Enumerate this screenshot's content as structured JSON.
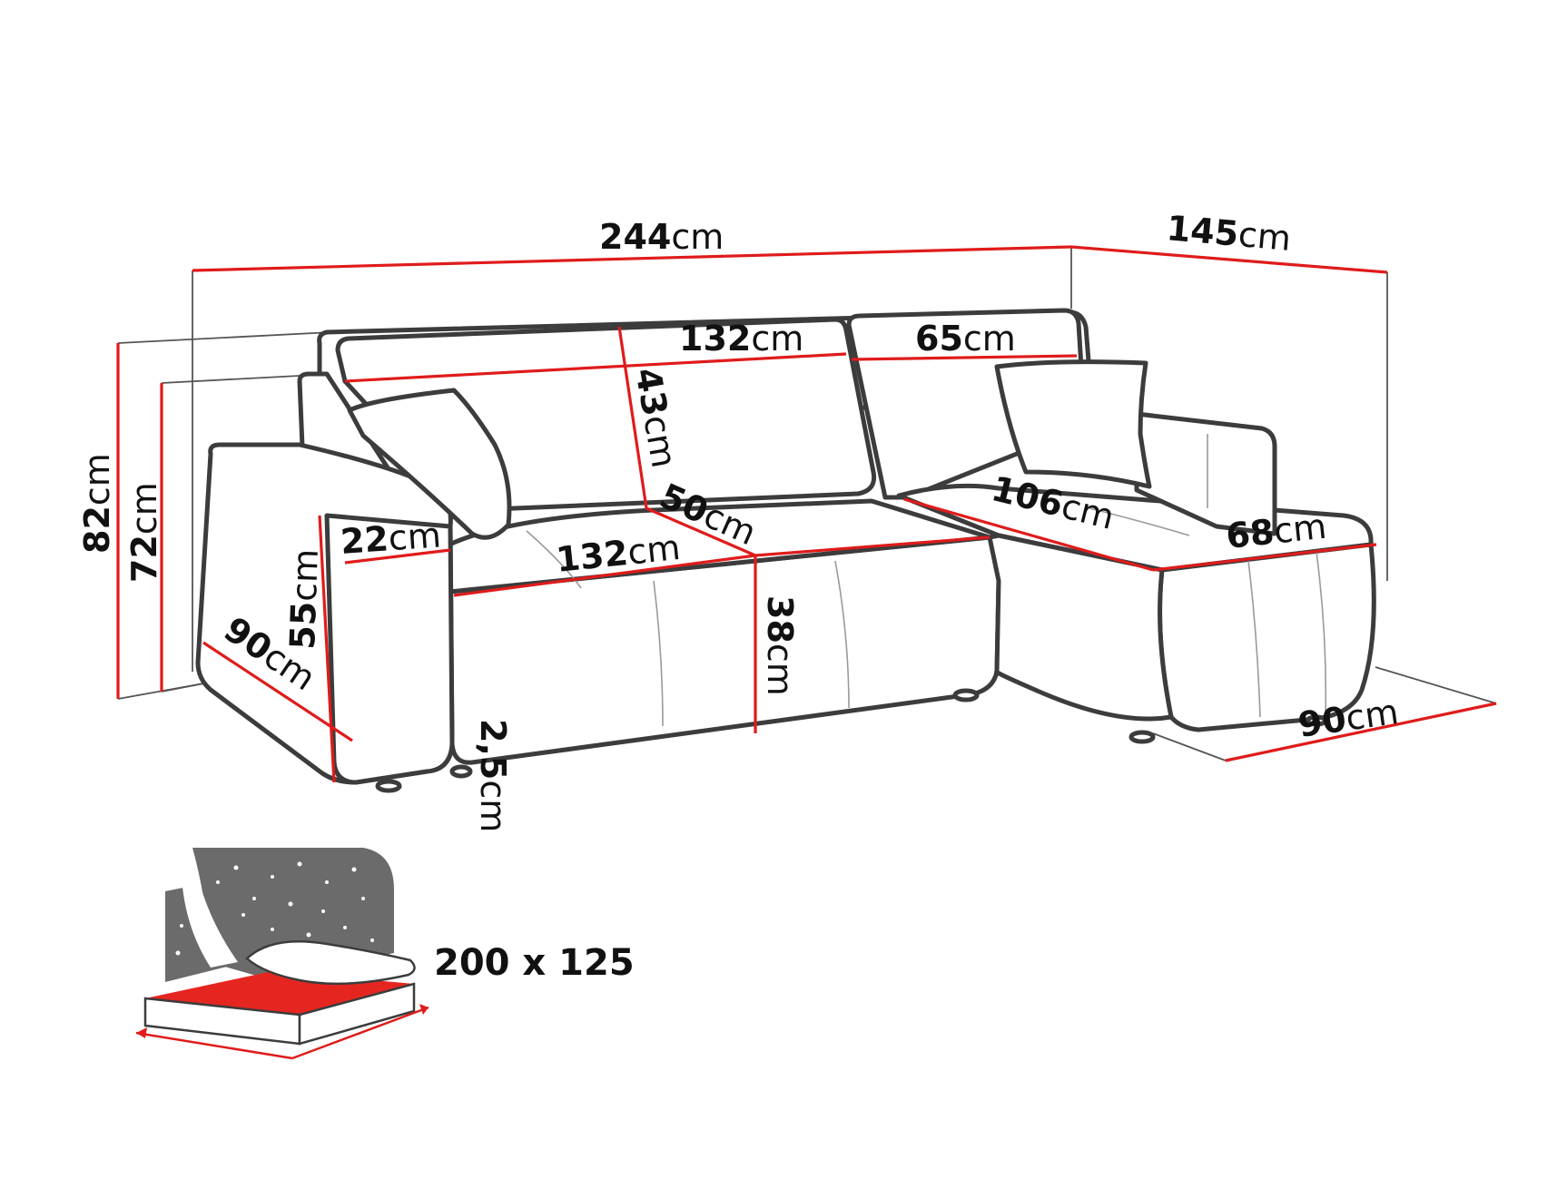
{
  "colors": {
    "dimension_line": "#e01b1b",
    "outline": "#3c3c3c",
    "night_panel": "#6b6b6b"
  },
  "dimensions": {
    "total_width": {
      "num": "244",
      "unit": "cm"
    },
    "chaise_length": {
      "num": "145",
      "unit": "cm"
    },
    "total_height": {
      "num": "82",
      "unit": "cm"
    },
    "armrest_height": {
      "num": "72",
      "unit": "cm"
    },
    "back_width": {
      "num": "132",
      "unit": "cm"
    },
    "back_right": {
      "num": "65",
      "unit": "cm"
    },
    "back_height": {
      "num": "43",
      "unit": "cm"
    },
    "seat_depth": {
      "num": "50",
      "unit": "cm"
    },
    "arm_width": {
      "num": "22",
      "unit": "cm"
    },
    "seat_width": {
      "num": "132",
      "unit": "cm"
    },
    "chaise_inner": {
      "num": "106",
      "unit": "cm"
    },
    "chaise_width": {
      "num": "68",
      "unit": "cm"
    },
    "seat_height": {
      "num": "38",
      "unit": "cm"
    },
    "arm_inner_height": {
      "num": "55",
      "unit": "cm"
    },
    "depth": {
      "num": "90",
      "unit": "cm"
    },
    "chaise_depth": {
      "num": "90",
      "unit": "cm"
    },
    "leg_height": {
      "num": "2,5",
      "unit": "cm"
    }
  },
  "bed": {
    "size_label": "200 x 125"
  }
}
